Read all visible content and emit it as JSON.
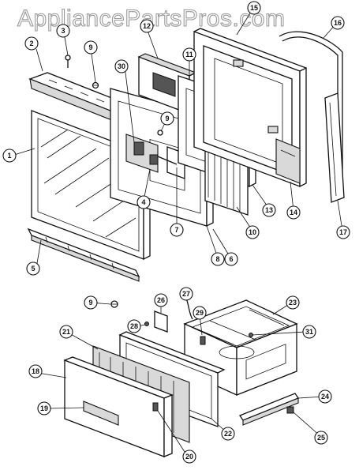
{
  "watermark": "AppliancePartsPros.com",
  "callouts": [
    {
      "id": "c1",
      "label": "1"
    },
    {
      "id": "c2",
      "label": "2"
    },
    {
      "id": "c3",
      "label": "3"
    },
    {
      "id": "c4",
      "label": "4"
    },
    {
      "id": "c5",
      "label": "5"
    },
    {
      "id": "c6",
      "label": "6"
    },
    {
      "id": "c7",
      "label": "7"
    },
    {
      "id": "c8",
      "label": "8"
    },
    {
      "id": "c9a",
      "label": "9"
    },
    {
      "id": "c9b",
      "label": "9"
    },
    {
      "id": "c9c",
      "label": "9"
    },
    {
      "id": "c10",
      "label": "10"
    },
    {
      "id": "c11",
      "label": "11"
    },
    {
      "id": "c12",
      "label": "12"
    },
    {
      "id": "c13",
      "label": "13"
    },
    {
      "id": "c14",
      "label": "14"
    },
    {
      "id": "c15",
      "label": "15"
    },
    {
      "id": "c16",
      "label": "16"
    },
    {
      "id": "c17",
      "label": "17"
    },
    {
      "id": "c18",
      "label": "18"
    },
    {
      "id": "c19",
      "label": "19"
    },
    {
      "id": "c20",
      "label": "20"
    },
    {
      "id": "c21",
      "label": "21"
    },
    {
      "id": "c22",
      "label": "22"
    },
    {
      "id": "c23",
      "label": "23"
    },
    {
      "id": "c24",
      "label": "24"
    },
    {
      "id": "c25",
      "label": "25"
    },
    {
      "id": "c26",
      "label": "26"
    },
    {
      "id": "c27",
      "label": "27"
    },
    {
      "id": "c28",
      "label": "28"
    },
    {
      "id": "c29",
      "label": "29"
    },
    {
      "id": "c30",
      "label": "30"
    },
    {
      "id": "c31",
      "label": "31"
    }
  ]
}
